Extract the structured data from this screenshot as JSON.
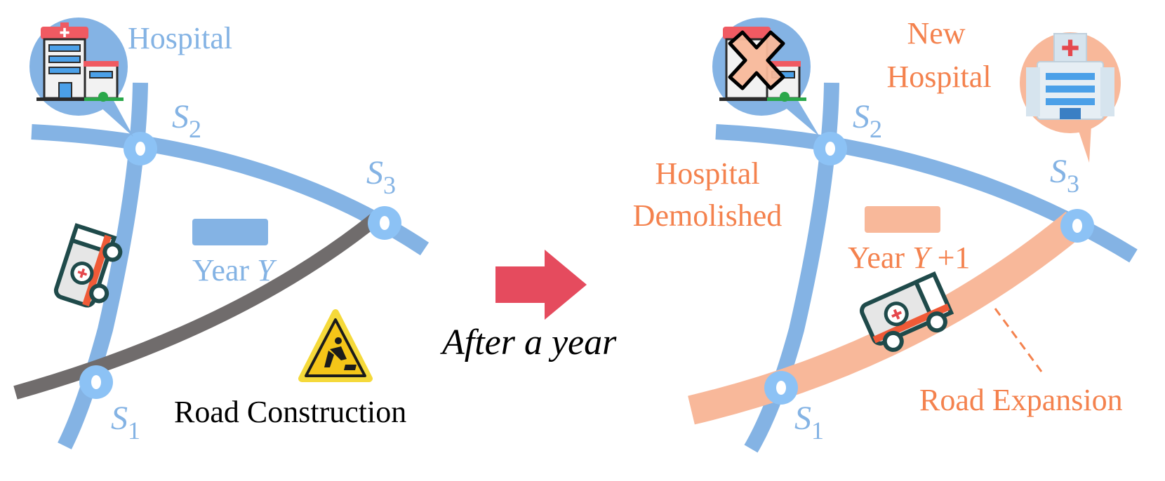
{
  "colors": {
    "road_blue": "#84b3e4",
    "road_gray": "#706c6c",
    "road_salmon": "#f8b89a",
    "accent_orange": "#f4824e",
    "arrow_red": "#e54b5e",
    "station_fill": "#8cc2f5",
    "text_black": "#000000"
  },
  "left_panel": {
    "hospital_label": "Hospital",
    "station_labels": {
      "s1": "S",
      "s1_sub": "1",
      "s2": "S",
      "s2_sub": "2",
      "s3": "S",
      "s3_sub": "3"
    },
    "year_label": "Year ",
    "year_var": "Y",
    "construction_label": "Road Construction",
    "icons": [
      "hospital-icon",
      "ambulance-icon",
      "construction-warning-icon"
    ]
  },
  "transition": {
    "label": "After a year"
  },
  "right_panel": {
    "new_hospital_line1": "New",
    "new_hospital_line2": "Hospital",
    "demolished_line1": "Hospital",
    "demolished_line2": "Demolished",
    "station_labels": {
      "s1": "S",
      "s1_sub": "1",
      "s2": "S",
      "s2_sub": "2",
      "s3": "S",
      "s3_sub": "3"
    },
    "year_label": "Year ",
    "year_var": "Y",
    "year_suffix": " +1",
    "expansion_label": "Road Expansion",
    "icons": [
      "demolished-hospital-icon",
      "new-hospital-icon",
      "ambulance-icon"
    ]
  }
}
